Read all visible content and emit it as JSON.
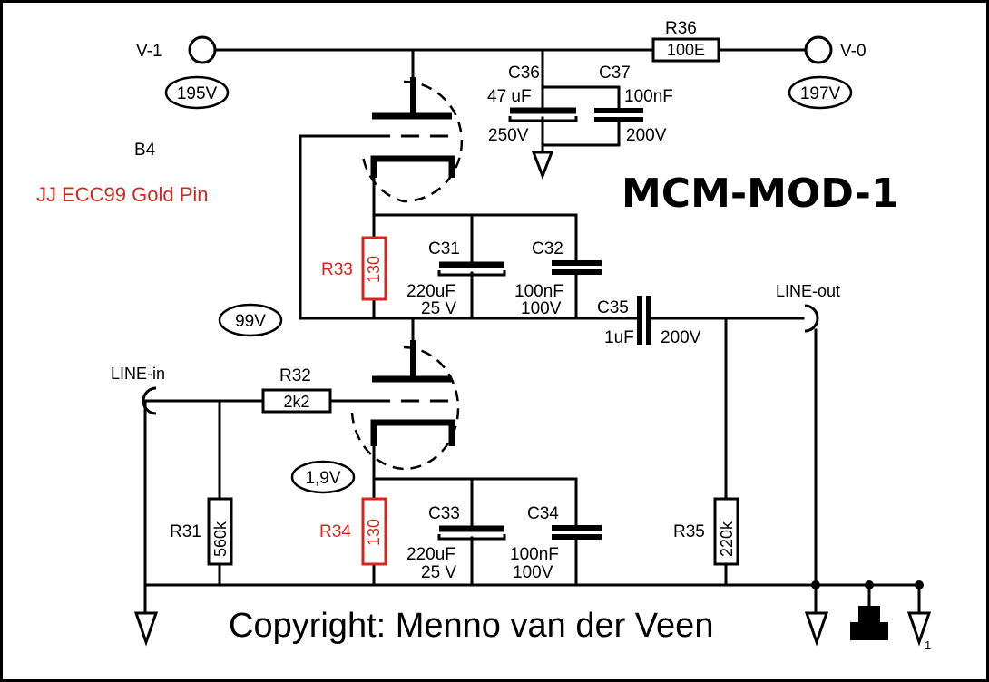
{
  "title": "MCM-MOD-1",
  "board_label": "B4",
  "tube_label": "JJ ECC99 Gold Pin",
  "copyright": "Copyright: Menno van der Veen",
  "colors": {
    "line": "#000000",
    "accent": "#d7261e",
    "background": "#ffffff"
  },
  "terminals": {
    "v1": "V-1",
    "v0": "V-0",
    "line_in": "LINE-in",
    "line_out": "LINE-out"
  },
  "voltages": {
    "v1": "195V",
    "v0": "197V",
    "anode_lower": "99V",
    "cathode_lower": "1,9V"
  },
  "components": {
    "r36": {
      "name": "R36",
      "value": "100E"
    },
    "c36": {
      "name": "C36",
      "value": "47 uF",
      "voltage": "250V"
    },
    "c37": {
      "name": "C37",
      "value": "100nF",
      "voltage": "200V"
    },
    "r33": {
      "name": "R33",
      "value": "130"
    },
    "c31": {
      "name": "C31",
      "value": "220uF",
      "voltage": "25 V"
    },
    "c32": {
      "name": "C32",
      "value": "100nF",
      "voltage": "100V"
    },
    "c35": {
      "name": "C35",
      "value": "1uF",
      "voltage": "200V"
    },
    "r32": {
      "name": "R32",
      "value": "2k2"
    },
    "r31": {
      "name": "R31",
      "value": "560k"
    },
    "r34": {
      "name": "R34",
      "value": "130"
    },
    "c33": {
      "name": "C33",
      "value": "220uF",
      "voltage": "25 V"
    },
    "c34": {
      "name": "C34",
      "value": "100nF",
      "voltage": "100V"
    },
    "r35": {
      "name": "R35",
      "value": "220k"
    }
  },
  "ground_subscript": "1"
}
